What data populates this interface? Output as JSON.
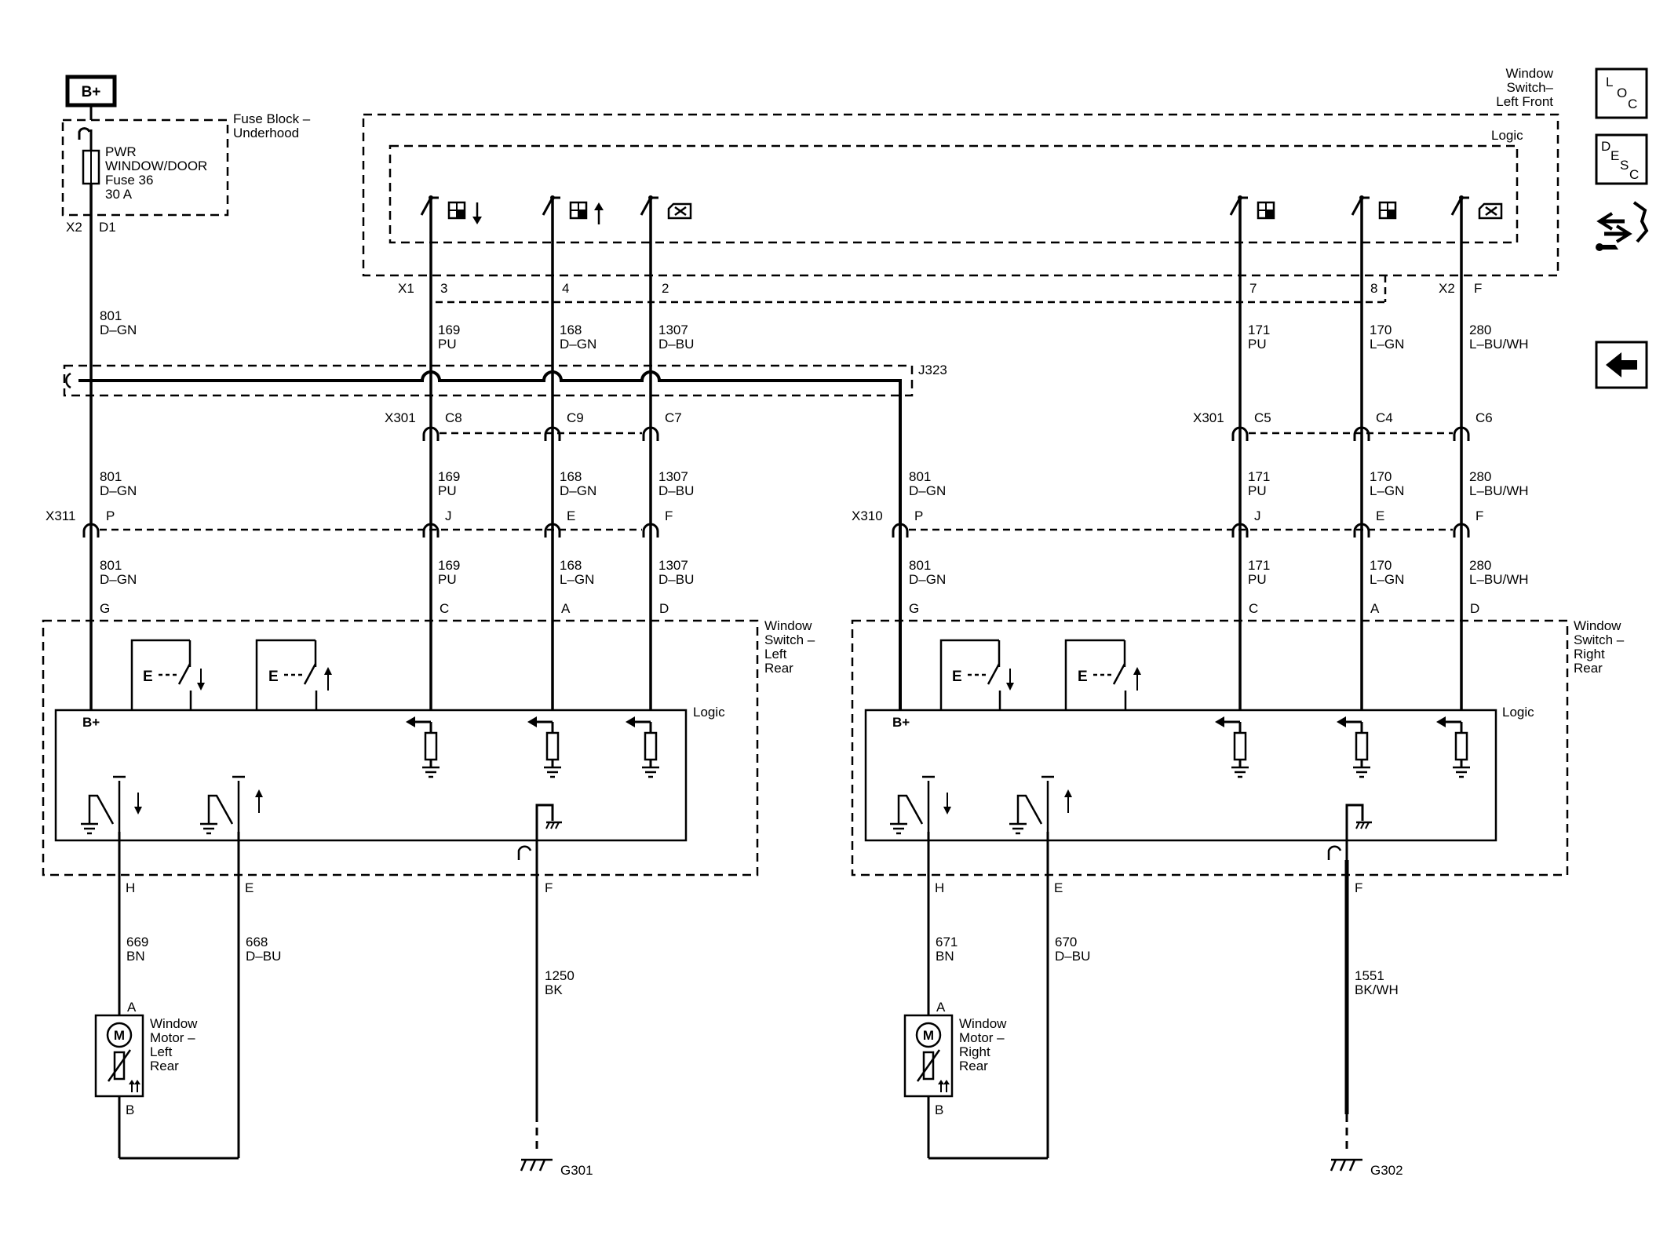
{
  "power": {
    "label": "B+"
  },
  "fuse_block": {
    "title_line1": "Fuse Block –",
    "title_line2": "Underhood",
    "fuse_line1": "PWR",
    "fuse_line2": "WINDOW/DOOR",
    "fuse_line3": "Fuse 36",
    "fuse_line4": "30 A",
    "conn": "X2",
    "pin": "D1"
  },
  "front_switch": {
    "title_line1": "Window",
    "title_line2": "Switch–",
    "title_line3": "Left Front",
    "logic": "Logic",
    "conn_x1": "X1",
    "conn_x2": "X2",
    "pins": [
      "3",
      "4",
      "2",
      "7",
      "8",
      "F"
    ]
  },
  "splice": {
    "label": "J323"
  },
  "connectors": {
    "x301": "X301",
    "x311": "X311",
    "x310": "X310",
    "x301_left_pins": [
      "C8",
      "C9",
      "C7"
    ],
    "x301_right_pins": [
      "C5",
      "C4",
      "C6"
    ],
    "x311_pins": [
      "P",
      "J",
      "E",
      "F"
    ],
    "x310_pins": [
      "P",
      "J",
      "E",
      "F"
    ]
  },
  "wires": {
    "w801_a": {
      "num": "801",
      "color": "D–GN"
    },
    "w169_a": {
      "num": "169",
      "color": "PU"
    },
    "w168_a": {
      "num": "168",
      "color": "D–GN"
    },
    "w1307_a": {
      "num": "1307",
      "color": "D–BU"
    },
    "w171_a": {
      "num": "171",
      "color": "PU"
    },
    "w170_a": {
      "num": "170",
      "color": "L–GN"
    },
    "w280_a": {
      "num": "280",
      "color": "L–BU/WH"
    },
    "w801_b": {
      "num": "801",
      "color": "D–GN"
    },
    "w169_b": {
      "num": "169",
      "color": "PU"
    },
    "w168_b": {
      "num": "168",
      "color": "D–GN"
    },
    "w1307_b": {
      "num": "1307",
      "color": "D–BU"
    },
    "w801_c": {
      "num": "801",
      "color": "D–GN"
    },
    "w171_b": {
      "num": "171",
      "color": "PU"
    },
    "w170_b": {
      "num": "170",
      "color": "L–GN"
    },
    "w280_b": {
      "num": "280",
      "color": "L–BU/WH"
    },
    "w801_d": {
      "num": "801",
      "color": "D–GN"
    },
    "w169_c": {
      "num": "169",
      "color": "PU"
    },
    "w168_c": {
      "num": "168",
      "color": "L–GN"
    },
    "w1307_c": {
      "num": "1307",
      "color": "D–BU"
    },
    "w801_e": {
      "num": "801",
      "color": "D–GN"
    },
    "w171_c": {
      "num": "171",
      "color": "PU"
    },
    "w170_c": {
      "num": "170",
      "color": "L–GN"
    },
    "w280_c": {
      "num": "280",
      "color": "L–BU/WH"
    },
    "w669": {
      "num": "669",
      "color": "BN"
    },
    "w668": {
      "num": "668",
      "color": "D–BU"
    },
    "w1250": {
      "num": "1250",
      "color": "BK"
    },
    "w671": {
      "num": "671",
      "color": "BN"
    },
    "w670": {
      "num": "670",
      "color": "D–BU"
    },
    "w1551": {
      "num": "1551",
      "color": "BK/WH"
    }
  },
  "lr_switch": {
    "title_line1": "Window",
    "title_line2": "Switch –",
    "title_line3": "Left",
    "title_line4": "Rear",
    "logic": "Logic",
    "bplus": "B+",
    "top_pins": [
      "G",
      "C",
      "A",
      "D"
    ],
    "bottom_pins": [
      "H",
      "E",
      "F"
    ]
  },
  "rr_switch": {
    "title_line1": "Window",
    "title_line2": "Switch –",
    "title_line3": "Right",
    "title_line4": "Rear",
    "logic": "Logic",
    "bplus": "B+",
    "top_pins": [
      "G",
      "C",
      "A",
      "D"
    ],
    "bottom_pins": [
      "H",
      "E",
      "F"
    ]
  },
  "lr_motor": {
    "title_line1": "Window",
    "title_line2": "Motor –",
    "title_line3": "Left",
    "title_line4": "Rear",
    "symbol": "M",
    "pin_a": "A",
    "pin_b": "B"
  },
  "rr_motor": {
    "title_line1": "Window",
    "title_line2": "Motor –",
    "title_line3": "Right",
    "title_line4": "Rear",
    "symbol": "M",
    "pin_a": "A",
    "pin_b": "B"
  },
  "grounds": {
    "left": "G301",
    "right": "G302"
  },
  "nav": {
    "loc": [
      "L",
      "O",
      "C"
    ],
    "desc": [
      "D",
      "E",
      "S",
      "C"
    ],
    "icons": [
      "connector-repair-icon",
      "back-arrow-icon"
    ]
  }
}
